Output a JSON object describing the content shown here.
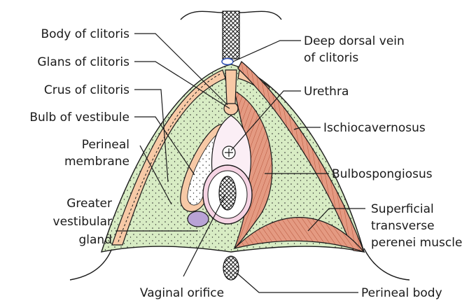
{
  "labels": {
    "body_of_clitoris": "Body of clitoris",
    "glans_of_clitoris": "Glans of clitoris",
    "crus_of_clitoris": "Crus of clitoris",
    "bulb_of_vestibule": "Bulb of vestibule",
    "perineal_membrane_1": "Perineal",
    "perineal_membrane_2": "membrane",
    "greater_vestibular_1": "Greater",
    "greater_vestibular_2": "vestibular",
    "greater_vestibular_3": "gland",
    "deep_dorsal_vein_1": "Deep dorsal vein",
    "deep_dorsal_vein_2": "of clitoris",
    "urethra": "Urethra",
    "ischiocavernosus": "Ischiocavernosus",
    "bulbospongiosus": "Bulbospongiosus",
    "superficial_transverse_1": "Superficial",
    "superficial_transverse_2": "transverse",
    "superficial_transverse_3": "perenei muscle",
    "vaginal_orifice": "Vaginal orifice",
    "perineal_body": "Perineal body"
  },
  "colors": {
    "membrane_green": "#d8ecc4",
    "muscle_red": "#e49a82",
    "crus_orange": "#f7c9a6",
    "vestibule_pink": "#f6d4e4",
    "gland_purple": "#b9a3d6",
    "outline": "#1a1a1a"
  }
}
